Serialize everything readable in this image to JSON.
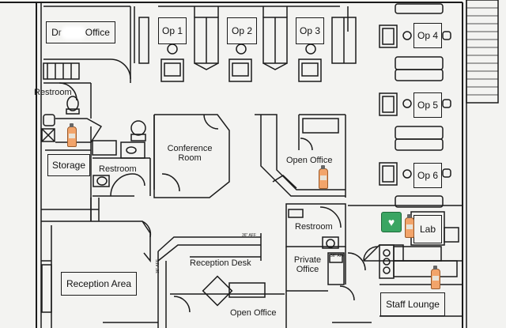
{
  "rooms": {
    "dr_office": {
      "prefix": "Dr",
      "suffix": "Office"
    },
    "op1": "Op 1",
    "op2": "Op 2",
    "op3": "Op 3",
    "op4": "Op 4",
    "op5": "Op 5",
    "op6": "Op 6",
    "restroom_top_left": "Restroom",
    "conference_room": "Conference\nRoom",
    "storage": "Storage",
    "restroom_center": "Restroom",
    "open_office_top": "Open Office",
    "restroom_right": "Restroom",
    "lab": "Lab",
    "reception_desk": "Reception Desk",
    "private_office": "Private\nOffice",
    "reception_area": "Reception Area",
    "open_office_bottom": "Open Office",
    "staff_lounge": "Staff Lounge"
  },
  "annotations": {
    "apf1": "36\" AFF",
    "apf2": "36\" AFF",
    "apf3": "36\" AFF"
  },
  "symbols": {
    "fire_extinguisher": "fire-extinguisher-icon",
    "aed": "aed-icon",
    "dental_chair": "dental-chair-icon"
  },
  "colors": {
    "wall": "#1b1b1b",
    "paper": "#f3f3f1",
    "extinguisher": "#f2a46a",
    "aed": "#3aa562"
  }
}
